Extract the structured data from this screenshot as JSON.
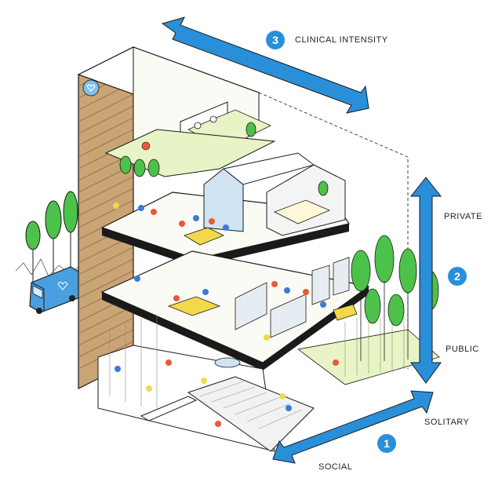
{
  "colors": {
    "arrow_blue": "#2a8fd9",
    "tree_green": "#4cc24a",
    "grass_green": "#b8d84e",
    "facade_wood": "#c9a474",
    "glass_blue": "#cfe3f3",
    "line": "#1a1a1a"
  },
  "axes": {
    "axis1": {
      "number": "1",
      "start_label": "SOCIAL",
      "end_label": "SOLITARY",
      "icon": "double-arrow"
    },
    "axis2": {
      "number": "2",
      "start_label": "PUBLIC",
      "end_label": "PRIVATE",
      "icon": "double-arrow"
    },
    "axis3": {
      "number": "3",
      "label": "CLINICAL INTENSITY",
      "icon": "double-arrow"
    }
  },
  "illustration": {
    "building": "isometric-cutaway",
    "logo_icon": "heart-logo-icon",
    "vehicle_icon": "van-icon"
  }
}
